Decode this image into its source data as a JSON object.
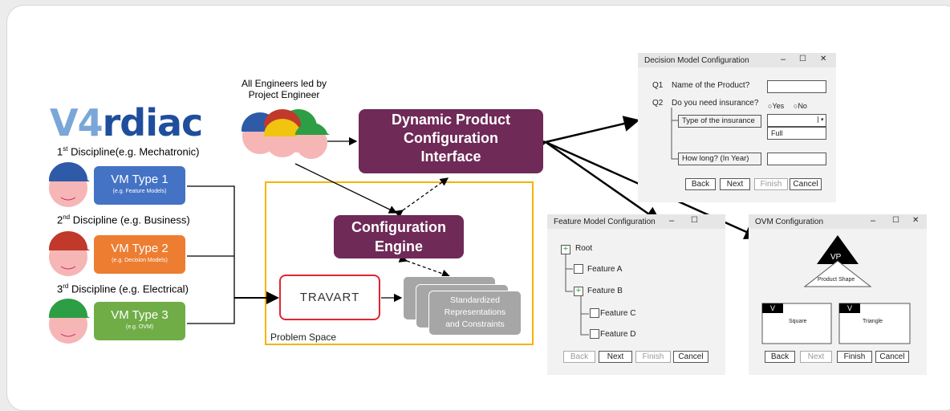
{
  "logo": {
    "text": "rdiac",
    "mark": "V4"
  },
  "disciplines": [
    {
      "ordinal": "1",
      "suffix": "st",
      "label": " Discipline(e.g. Mechatronic)",
      "vm_title": "VM Type 1",
      "vm_sub": "(e.g. Feature Models)",
      "color": "#4472c4",
      "helmet": "#2f5aa8"
    },
    {
      "ordinal": "2",
      "suffix": "nd",
      "label": " Discipline (e.g. Business)",
      "vm_title": "VM Type 2",
      "vm_sub": "(e.g. Decision Models)",
      "color": "#ed7d31",
      "helmet": "#c0392b"
    },
    {
      "ordinal": "3",
      "suffix": "rd",
      "label": " Discipline (e.g. Electrical)",
      "vm_title": "VM Type 3",
      "vm_sub": "(e.g. OVM)",
      "color": "#70ad47",
      "helmet": "#2e9e44"
    }
  ],
  "engineers_label": [
    "All Engineers led by",
    "Project Engineer"
  ],
  "dpci": [
    "Dynamic Product",
    "Configuration",
    "Interface"
  ],
  "engine": [
    "Configuration",
    "Engine"
  ],
  "travart": "TRAVART",
  "standardized": [
    "Standardized",
    "Representations",
    "and Constraints"
  ],
  "problem_space": "Problem Space",
  "decision": {
    "title": "Decision Model Configuration",
    "q1": "Q1",
    "q1_text": "Name of the Product?",
    "q2": "Q2",
    "q2_text": "Do you need insurance?",
    "yes": "Yes",
    "no": "No",
    "type_label": "Type of the insurance",
    "type_option": "Full",
    "long_label": "How long? (In Year)",
    "buttons": [
      "Back",
      "Next",
      "Finish",
      "Cancel"
    ]
  },
  "feature": {
    "title": "Feature Model Configuration",
    "items": [
      "Root",
      "Feature A",
      "Feature B",
      "Feature C",
      "Feature D"
    ],
    "buttons": [
      "Back",
      "Next",
      "Finish",
      "Cancel"
    ]
  },
  "ovm": {
    "title": "OVM Configuration",
    "vp": "VP",
    "shape": "Product Shape",
    "v1": "V",
    "v2": "V",
    "square": "Square",
    "triangle": "Triangle",
    "buttons": [
      "Back",
      "Next",
      "Finish",
      "Cancel"
    ]
  },
  "window_controls": [
    "–",
    "☐",
    "✕"
  ]
}
